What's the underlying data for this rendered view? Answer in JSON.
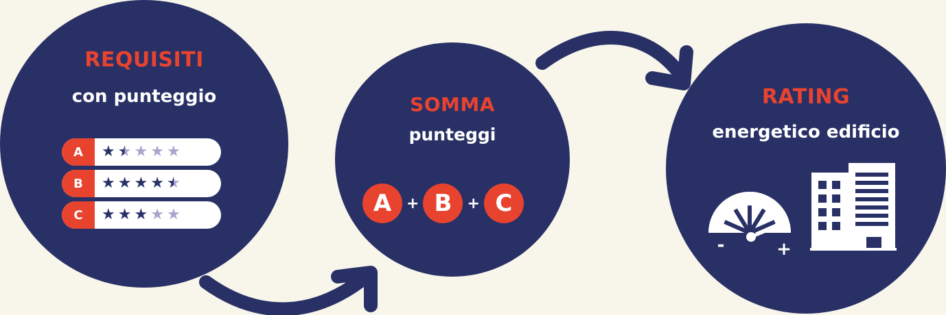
{
  "step1": {
    "title": "REQUISITI",
    "subtitle": "con punteggio",
    "rows": [
      {
        "letter": "A",
        "stars": 1.5
      },
      {
        "letter": "B",
        "stars": 4.5
      },
      {
        "letter": "C",
        "stars": 3
      }
    ],
    "max_stars": 5
  },
  "step2": {
    "title": "SOMMA",
    "subtitle": "punteggi",
    "terms": [
      "A",
      "B",
      "C"
    ],
    "operator": "+"
  },
  "step3": {
    "title": "RATING",
    "subtitle": "energetico edificio",
    "gauge_minus": "-",
    "gauge_plus": "+"
  },
  "colors": {
    "background": "#f8f5ea",
    "navy": "#283066",
    "accent": "#e8432f",
    "star_empty": "#a9a5cc"
  }
}
